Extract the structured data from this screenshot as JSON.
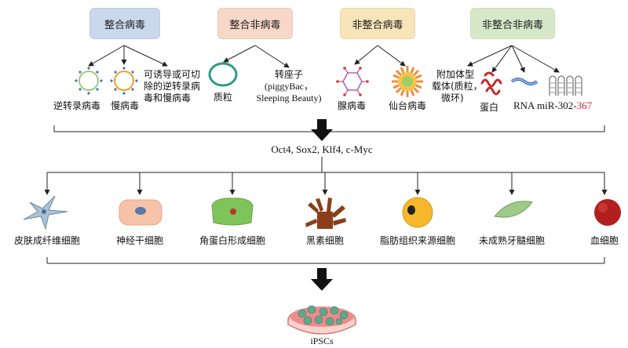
{
  "categories": [
    {
      "label": "整合病毒",
      "color": "#c9d8ec"
    },
    {
      "label": "整合非病毒",
      "color": "#f6d7c8"
    },
    {
      "label": "非整合病毒",
      "color": "#f7e4b8"
    },
    {
      "label": "非整合非病毒",
      "color": "#d6e8c8"
    }
  ],
  "methods": {
    "retrovirus": "逆转录病毒",
    "lentivirus": "慢病毒",
    "inducible_line1": "可诱导或可切",
    "inducible_line2": "除的逆转录病",
    "inducible_line3": "毒和慢病毒",
    "plasmid": "质粒",
    "transposon_line1": "转座子",
    "transposon_line2": "(piggyBac，",
    "transposon_line3": "Sleeping Beauty)",
    "adenovirus": "腺病毒",
    "sendai": "仙台病毒",
    "episomal_line1": "附加体型",
    "episomal_line2": "载体(质粒，",
    "episomal_line3": "微环)",
    "protein": "蛋白",
    "rna": "RNA",
    "mirna_prefix": "miR-302-",
    "mirna_suffix": "367"
  },
  "factors": "Oct4, Sox2, Klf4, c-Myc",
  "cells": [
    "皮肤成纤维细胞",
    "神经干细胞",
    "角蛋白形成细胞",
    "黑素细胞",
    "脂肪组织来源细胞",
    "未成熟牙髓细胞",
    "血细胞"
  ],
  "result": "iPSCs",
  "colors": {
    "line": "#222222",
    "arrow": "#111111",
    "mirna_red": "#d9232a"
  }
}
